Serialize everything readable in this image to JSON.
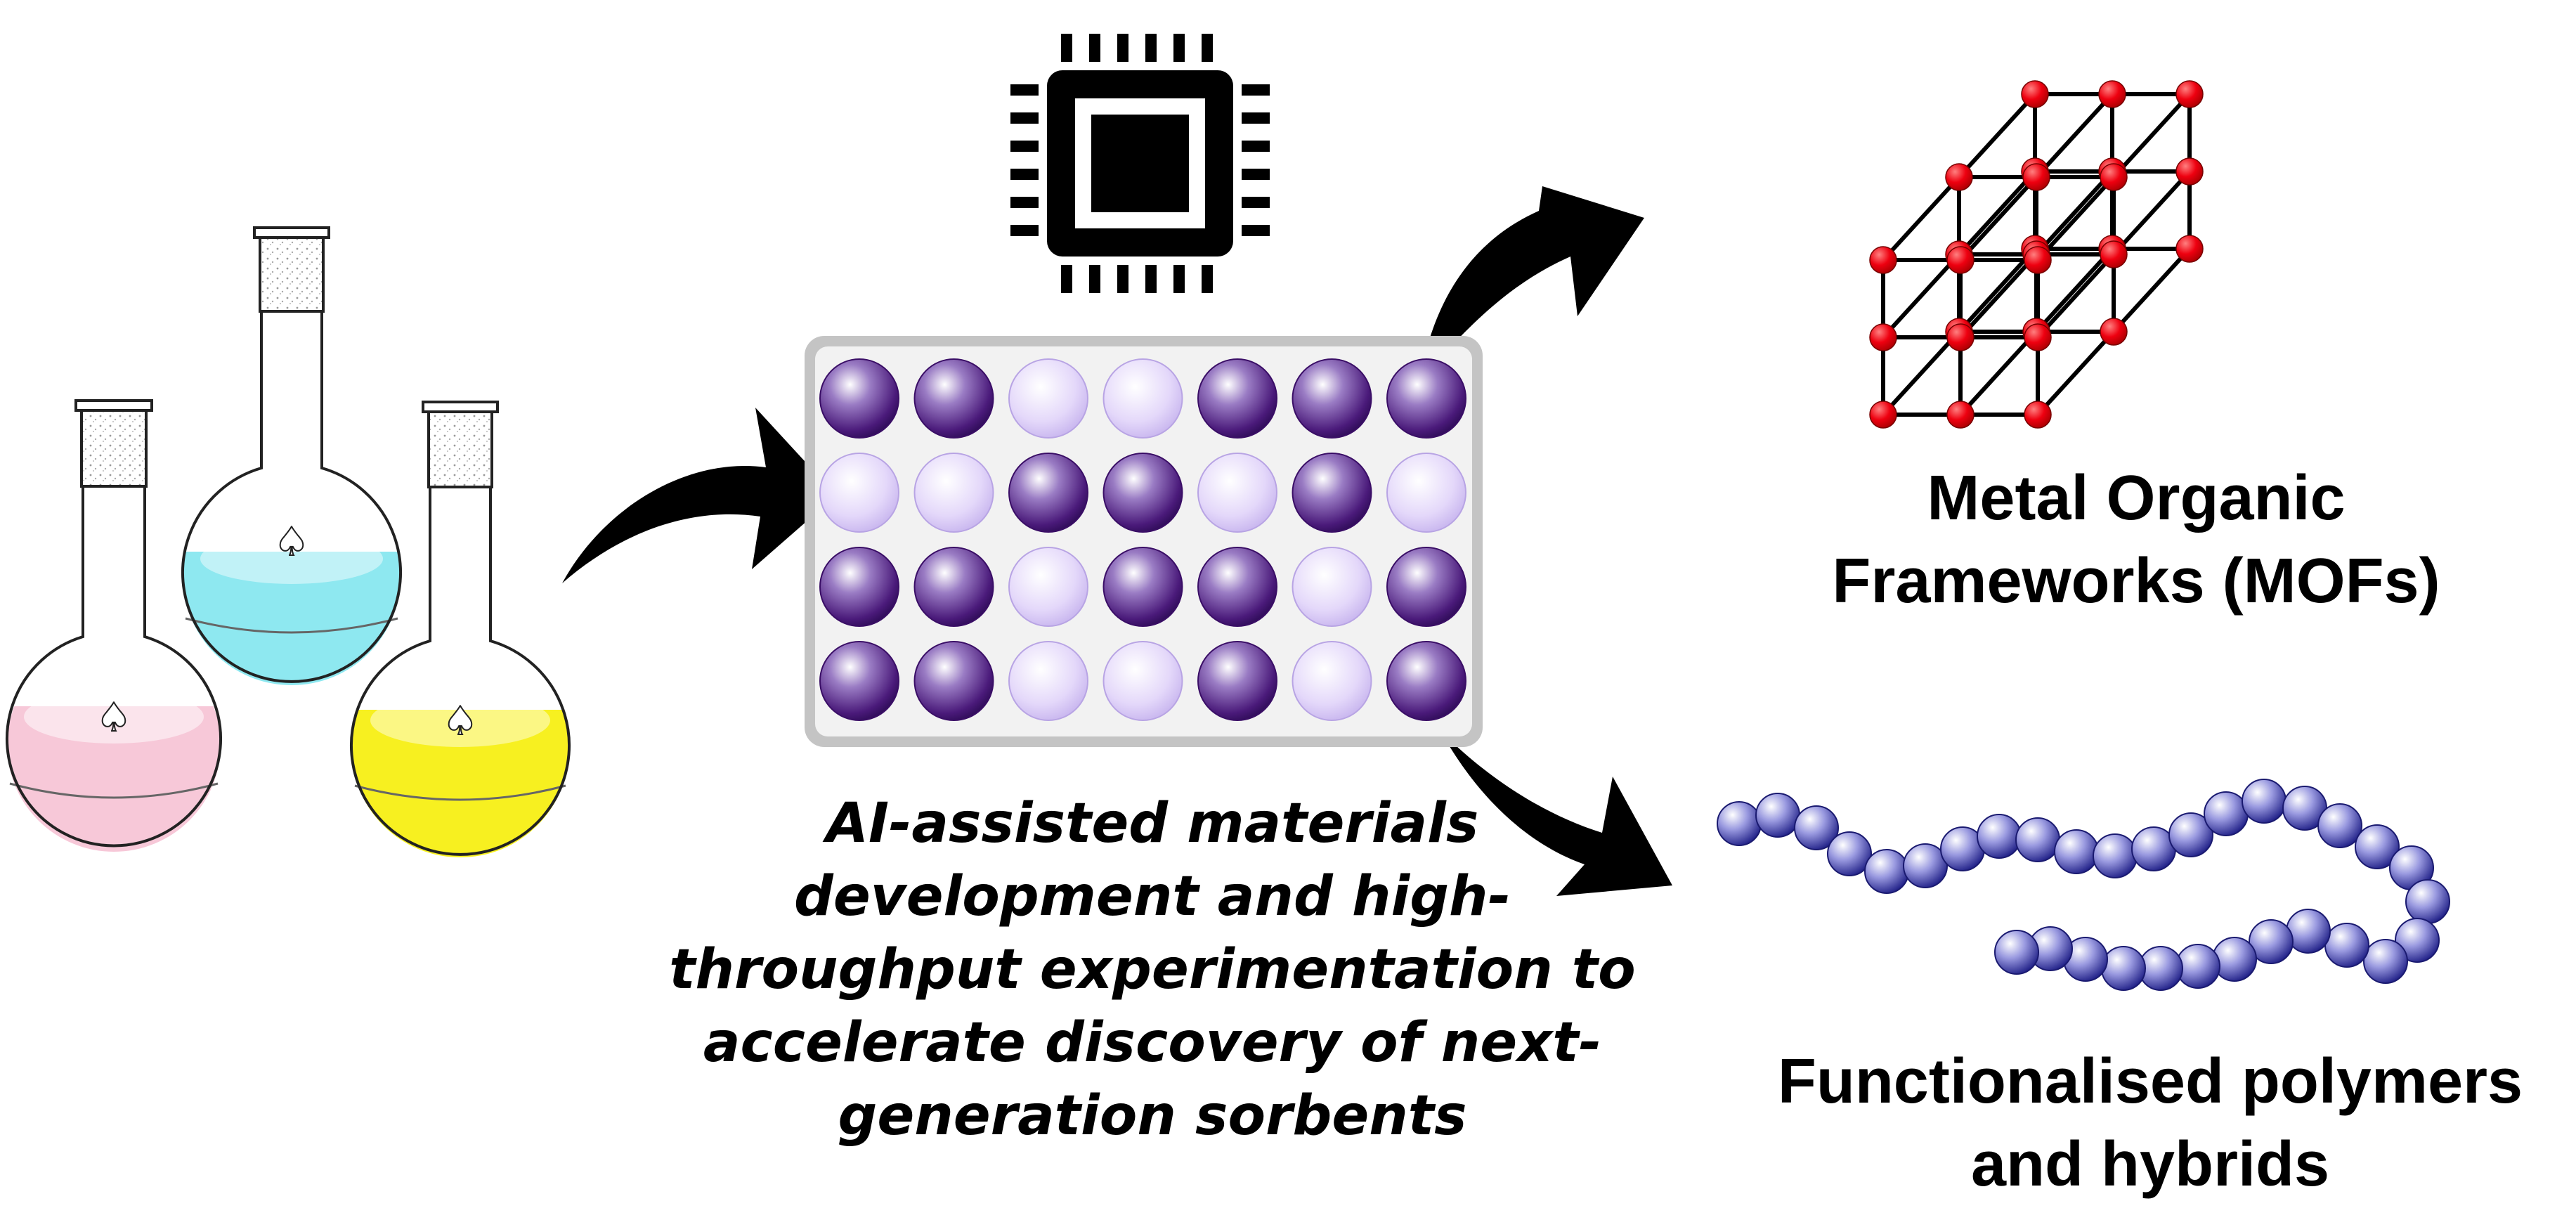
{
  "center_caption_lines": [
    "AI-assisted materials",
    "development and high-",
    "throughput experimentation to",
    "accelerate discovery of next-",
    "generation sorbents"
  ],
  "mof_label_lines": [
    "Metal Organic",
    "Frameworks (MOFs)"
  ],
  "polymer_label_lines": [
    "Functionalised polymers",
    "and hybrids"
  ],
  "flasks": [
    {
      "name": "pink-flask",
      "liquid_color": "#f7c8d8"
    },
    {
      "name": "cyan-flask",
      "liquid_color": "#8ee8f0"
    },
    {
      "name": "yellow-flask",
      "liquid_color": "#f7f020"
    }
  ],
  "well_plate": {
    "rows": 4,
    "cols": 7,
    "pattern": [
      [
        "dark",
        "dark",
        "light",
        "light",
        "dark",
        "dark",
        "dark"
      ],
      [
        "light",
        "light",
        "dark",
        "dark",
        "light",
        "dark",
        "light"
      ],
      [
        "dark",
        "dark",
        "light",
        "dark",
        "dark",
        "light",
        "dark"
      ],
      [
        "dark",
        "dark",
        "light",
        "light",
        "dark",
        "light",
        "dark"
      ]
    ],
    "dark_color": "#4a1a7a",
    "light_color": "#d8c8f4"
  },
  "icons": [
    "chip-icon",
    "arrow-icon",
    "mof-lattice-icon",
    "polymer-chain-icon"
  ],
  "colors": {
    "mof_node": "#e8001c",
    "polymer_bead": "#3a3aa8"
  }
}
